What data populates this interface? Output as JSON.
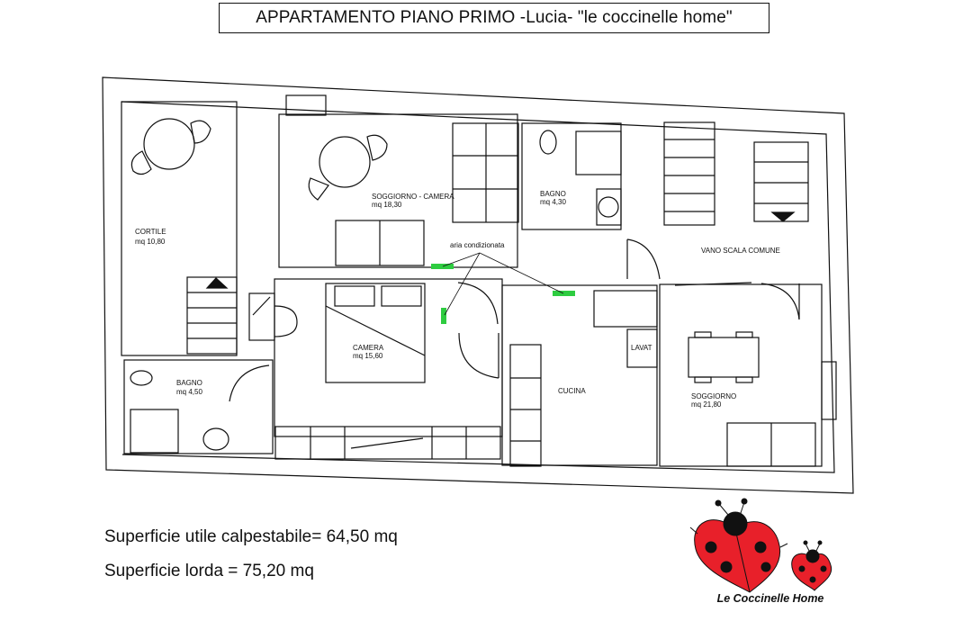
{
  "title": "APPARTAMENTO PIANO PRIMO -Lucia- \"le coccinelle home\"",
  "rooms": {
    "cortile": {
      "name": "CORTILE",
      "area": "mq  10,80"
    },
    "soggiorno_camera": {
      "name": "SOGGIORNO - CAMERA",
      "area": "mq 18,30"
    },
    "bagno_top": {
      "name": "BAGNO",
      "area": "mq 4,30"
    },
    "vano_scala": {
      "name": "VANO SCALA COMUNE",
      "area": ""
    },
    "camera": {
      "name": "CAMERA",
      "area": "mq 15,60"
    },
    "bagno_bottom": {
      "name": "BAGNO",
      "area": "mq  4,50"
    },
    "cucina": {
      "name": "CUCINA",
      "area": ""
    },
    "lavat": {
      "name": "LAVAT",
      "area": ""
    },
    "soggiorno": {
      "name": "SOGGIORNO",
      "area": "mq 21,80"
    }
  },
  "annotations": {
    "aria": "aria condizionata"
  },
  "summary": {
    "utile": "Superficie utile calpestabile= 64,50 mq",
    "lorda": "Superficie lorda = 75,20 mq"
  },
  "logo": {
    "caption": "Le Coccinelle Home",
    "heart_color": "#e8202a",
    "spot_color": "#111111"
  },
  "colors": {
    "ac_marker": "#2ecc40"
  }
}
